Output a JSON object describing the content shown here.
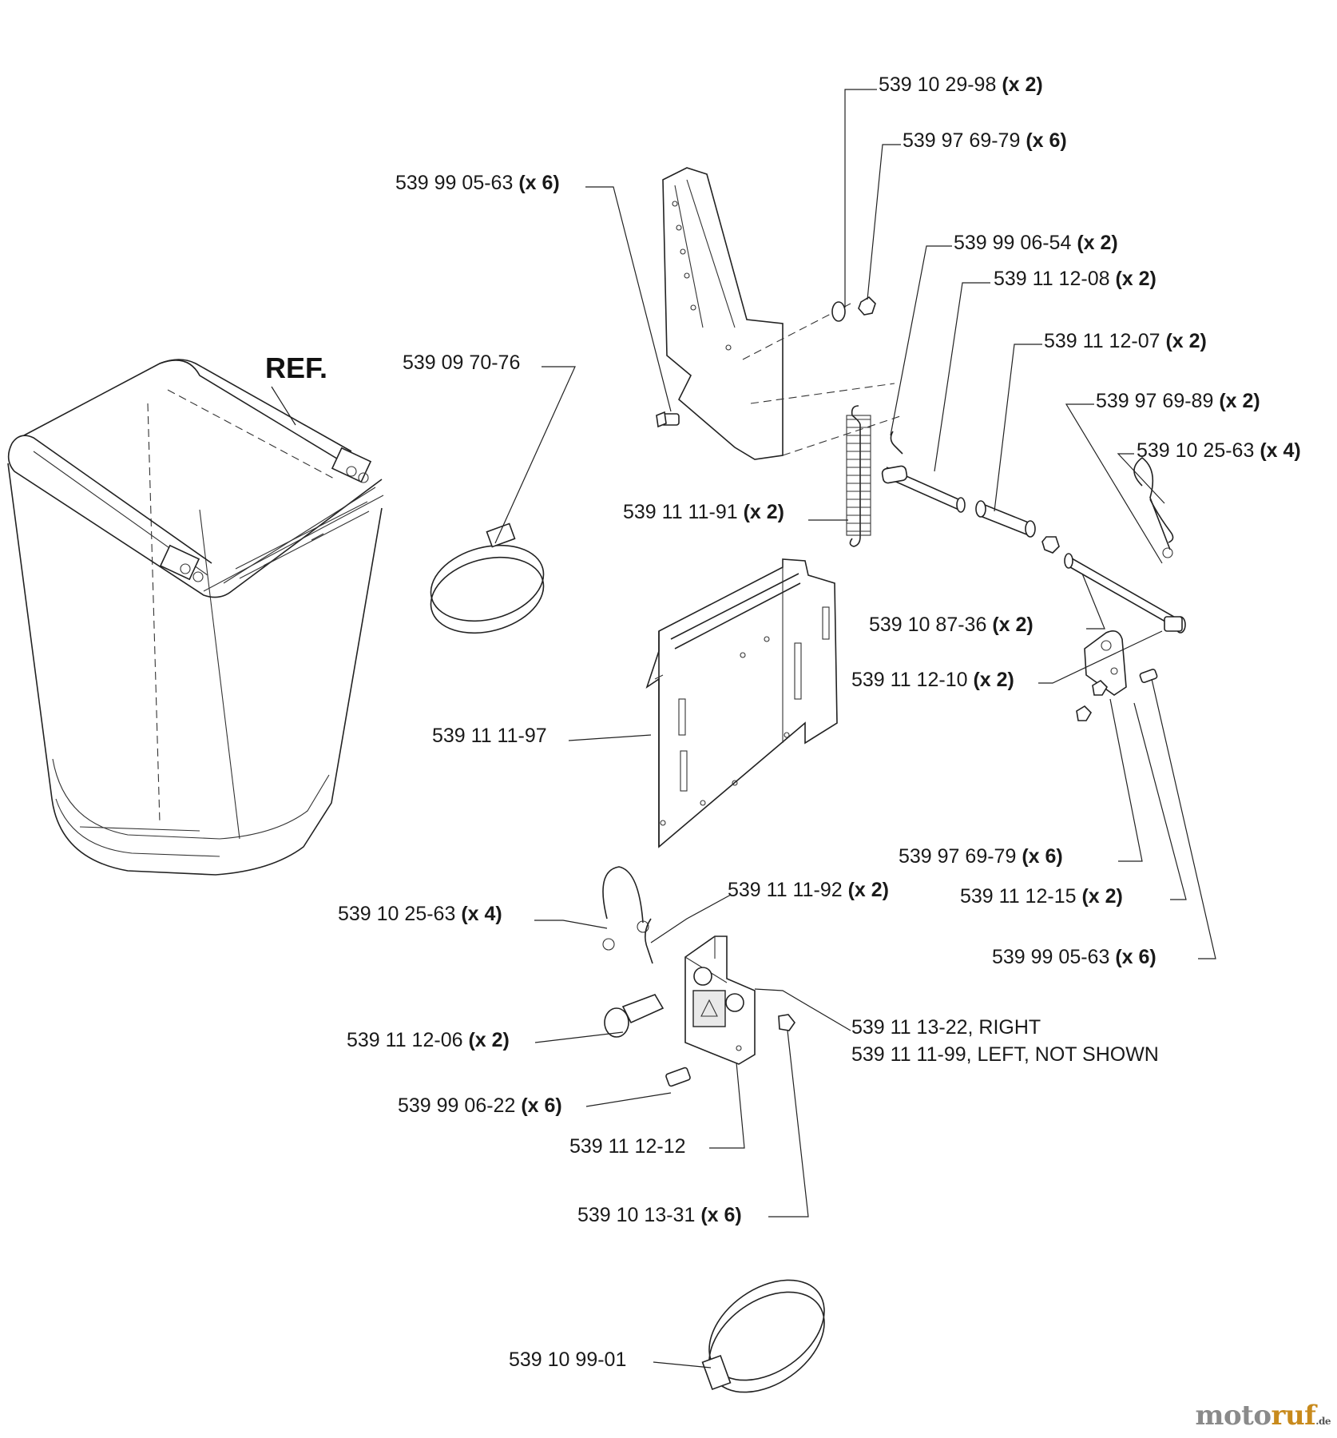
{
  "ref_label": "REF.",
  "watermark": {
    "brand_a": "moto",
    "brand_b": "ruf",
    "tld": ".de"
  },
  "colors": {
    "line": "#222222",
    "background": "#ffffff",
    "watermark_gray": "#8a8a8a",
    "watermark_orange": "#c88a1c"
  },
  "callouts": [
    {
      "part": "539 10 29-98",
      "qty": "(x 2)"
    },
    {
      "part": "539 97 69-79",
      "qty": "(x 6)"
    },
    {
      "part": "539 99 05-63",
      "qty": "(x 6)"
    },
    {
      "part": "539 99 06-54",
      "qty": "(x 2)"
    },
    {
      "part": "539 11 12-08",
      "qty": "(x 2)"
    },
    {
      "part": "539 11 12-07",
      "qty": "(x 2)"
    },
    {
      "part": "539 09 70-76",
      "qty": ""
    },
    {
      "part": "539 97 69-89",
      "qty": "(x 2)"
    },
    {
      "part": "539 10 25-63",
      "qty": "(x 4)"
    },
    {
      "part": "539 11 11-91",
      "qty": "(x 2)"
    },
    {
      "part": "539 10 87-36",
      "qty": "(x 2)"
    },
    {
      "part": "539 11 12-10",
      "qty": "(x 2)"
    },
    {
      "part": "539 11 11-97",
      "qty": ""
    },
    {
      "part": "539 97 69-79",
      "qty": "(x 6)"
    },
    {
      "part": "539 11 11-92",
      "qty": "(x 2)"
    },
    {
      "part": "539 11 12-15",
      "qty": "(x 2)"
    },
    {
      "part": "539 10 25-63",
      "qty": "(x 4)"
    },
    {
      "part": "539 99 05-63",
      "qty": "(x 6)"
    },
    {
      "part": "539 11 13-22, RIGHT",
      "qty": ""
    },
    {
      "part": "539 11 11-99, LEFT, NOT SHOWN",
      "qty": ""
    },
    {
      "part": "539 11 12-06",
      "qty": "(x 2)"
    },
    {
      "part": "539 99 06-22",
      "qty": "(x 6)"
    },
    {
      "part": "539 11 12-12",
      "qty": ""
    },
    {
      "part": "539 10 13-31",
      "qty": "(x 6)"
    },
    {
      "part": "539 10 99-01",
      "qty": ""
    }
  ]
}
